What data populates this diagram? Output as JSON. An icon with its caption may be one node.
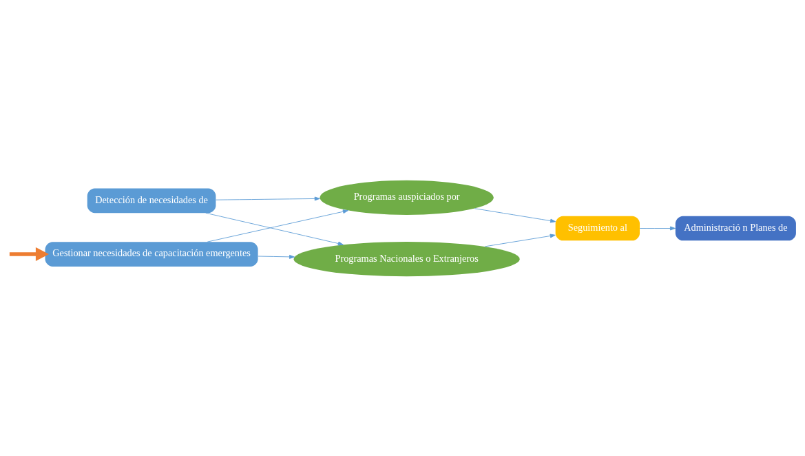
{
  "diagram": {
    "nodes": [
      {
        "text": [
          "Detección de necesidades de"
        ]
      },
      {
        "text": [
          "Gestionar necesidades de capacitación emergentes"
        ]
      },
      {
        "text": [
          "Programas auspiciados por"
        ]
      },
      {
        "text": [
          "Programas Nacionales o Extranjeros"
        ]
      },
      {
        "text": [
          "Seguimiento al"
        ]
      },
      {
        "text": [
          "Administració n Planes de"
        ]
      }
    ],
    "edges": [
      {
        "from": 0,
        "to": 2,
        "arrow": "to"
      },
      {
        "from": 0,
        "to": 3,
        "arrow": "to"
      },
      {
        "from": 1,
        "to": 2,
        "arrow": "to"
      },
      {
        "from": 1,
        "to": 3,
        "arrow": "to"
      },
      {
        "from": 2,
        "to": 4,
        "arrow": "to"
      },
      {
        "from": 3,
        "to": 4,
        "arrow": "to"
      },
      {
        "from": 4,
        "to": 5,
        "arrow": "to"
      },
      {
        "from": null,
        "to": 1,
        "arrow": "to",
        "style": "thick",
        "color": "#ed7d31"
      }
    ]
  }
}
